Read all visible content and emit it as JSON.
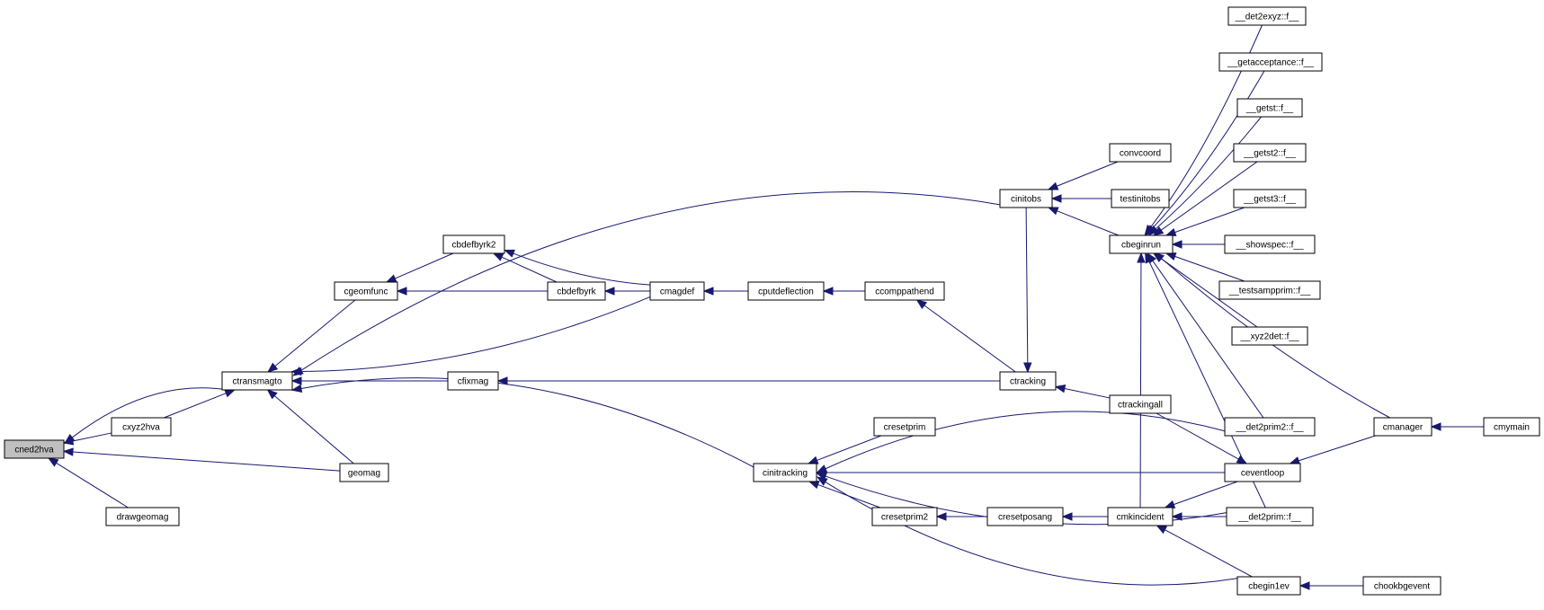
{
  "graph": {
    "edge_color": "#191970",
    "root_fill": "#bfbfbf",
    "nodes": {
      "cned2hva": "cned2hva",
      "ctransmagto": "ctransmagto",
      "cxyz2hva": "cxyz2hva",
      "geomag": "geomag",
      "drawgeomag": "drawgeomag",
      "cgeomfunc": "cgeomfunc",
      "cbdefbyrk2": "cbdefbyrk2",
      "cbdefbyrk": "cbdefbyrk",
      "cmagdef": "cmagdef",
      "cputdeflection": "cputdeflection",
      "ccomppathend": "ccomppathend",
      "cfixmag": "cfixmag",
      "cinitracking": "cinitracking",
      "cresetprim": "cresetprim",
      "cresetprim2": "cresetprim2",
      "cresetposang": "cresetposang",
      "cmkincident": "cmkincident",
      "ctracking": "ctracking",
      "ctrackingall": "ctrackingall",
      "cinitobs": "cinitobs",
      "convcoord": "convcoord",
      "testinitobs": "testinitobs",
      "cbeginrun": "cbeginrun",
      "det2exyz": "__det2exyz::f__",
      "getacceptance": "__getacceptance::f__",
      "getst": "__getst::f__",
      "getst2": "__getst2::f__",
      "getst3": "__getst3::f__",
      "showspec": "__showspec::f__",
      "testsampprim": "__testsampprim::f__",
      "xyz2det": "__xyz2det::f__",
      "det2prim2": "__det2prim2::f__",
      "ceventloop": "ceventloop",
      "det2prim": "__det2prim::f__",
      "cbegin1ev": "cbegin1ev",
      "cmanager": "cmanager",
      "cmymain": "cmymain",
      "chookbgevent": "chookbgevent"
    }
  }
}
